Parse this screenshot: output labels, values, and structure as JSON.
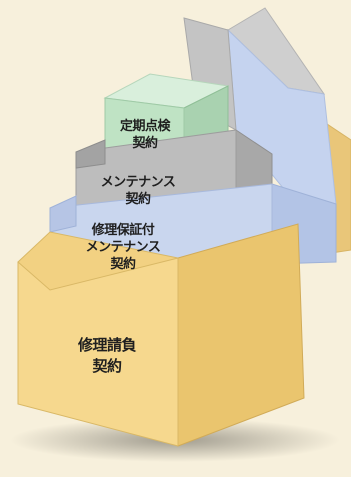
{
  "boxes": {
    "inspection": {
      "label": "定期点検\n契約",
      "color": "#bfe3c4"
    },
    "maintenance": {
      "label": "メンテナンス\n契約",
      "color": "#bdbdbd"
    },
    "warranty_maintenance": {
      "label": "修理保証付\nメンテナンス\n契約",
      "color": "#c9d6ee"
    },
    "repair": {
      "label": "修理請負\n契約",
      "color": "#f6d88e"
    }
  },
  "colors": {
    "background": "#f7f0dc"
  }
}
